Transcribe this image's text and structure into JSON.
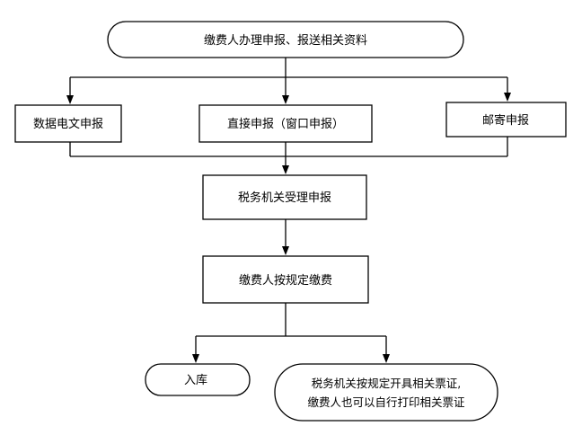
{
  "flowchart": {
    "start": "缴费人办理申报、报送相关资料",
    "channel_electronic": "数据电文申报",
    "channel_window": "直接申报（窗口申报）",
    "channel_mail": "邮寄申报",
    "accept": "税务机关受理申报",
    "pay": "缴费人按规定缴费",
    "end_storage": "入库",
    "end_receipt_line1": "税务机关按规定开具相关票证,",
    "end_receipt_line2": "缴费人也可以自行打印相关票证"
  }
}
